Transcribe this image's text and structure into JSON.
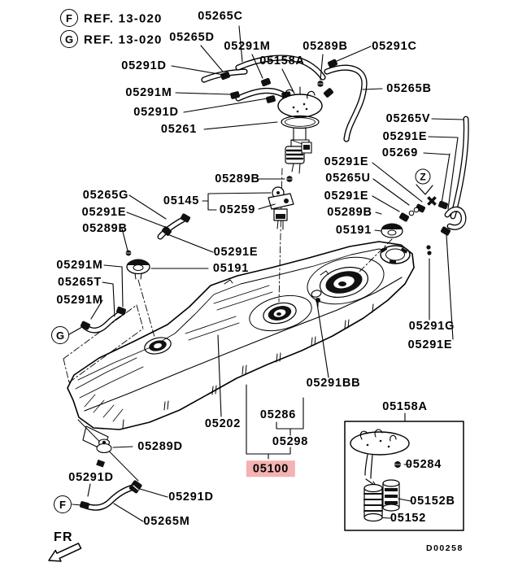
{
  "diagram": {
    "code": "D00258",
    "fr_label": "FR",
    "highlight_color": "#f4b2b2",
    "line_color": "#000000",
    "background_color": "#ffffff"
  },
  "refs": {
    "f": {
      "badge": "F",
      "text": "REF. 13-020"
    },
    "g": {
      "badge": "G",
      "text": "REF. 13-020"
    }
  },
  "markers": {
    "z": "Z",
    "g": "G",
    "f": "F"
  },
  "labels": [
    {
      "text": "05265C"
    },
    {
      "text": "05265D"
    },
    {
      "text": "05291M"
    },
    {
      "text": "05289B"
    },
    {
      "text": "05291C"
    },
    {
      "text": "05158A"
    },
    {
      "text": "05291D"
    },
    {
      "text": "05265B"
    },
    {
      "text": "05291M"
    },
    {
      "text": "05291D"
    },
    {
      "text": "05261"
    },
    {
      "text": "05265V"
    },
    {
      "text": "05291E"
    },
    {
      "text": "05269"
    },
    {
      "text": "05291E"
    },
    {
      "text": "05265U"
    },
    {
      "text": "05291E"
    },
    {
      "text": "05289B"
    },
    {
      "text": "05191"
    },
    {
      "text": "05289B"
    },
    {
      "text": "05145"
    },
    {
      "text": "05259"
    },
    {
      "text": "05265G"
    },
    {
      "text": "05291E"
    },
    {
      "text": "05289B"
    },
    {
      "text": "05291E"
    },
    {
      "text": "05191"
    },
    {
      "text": "05291M"
    },
    {
      "text": "05265T"
    },
    {
      "text": "05291M"
    },
    {
      "text": "05291G"
    },
    {
      "text": "05291E"
    },
    {
      "text": "05291BB"
    },
    {
      "text": "05202"
    },
    {
      "text": "05286"
    },
    {
      "text": "05298"
    },
    {
      "text": "05100"
    },
    {
      "text": "05289D"
    },
    {
      "text": "05291D"
    },
    {
      "text": "05291D"
    },
    {
      "text": "05265M"
    },
    {
      "text": "05158A"
    },
    {
      "text": "05284"
    },
    {
      "text": "05152B"
    },
    {
      "text": "05152"
    }
  ]
}
